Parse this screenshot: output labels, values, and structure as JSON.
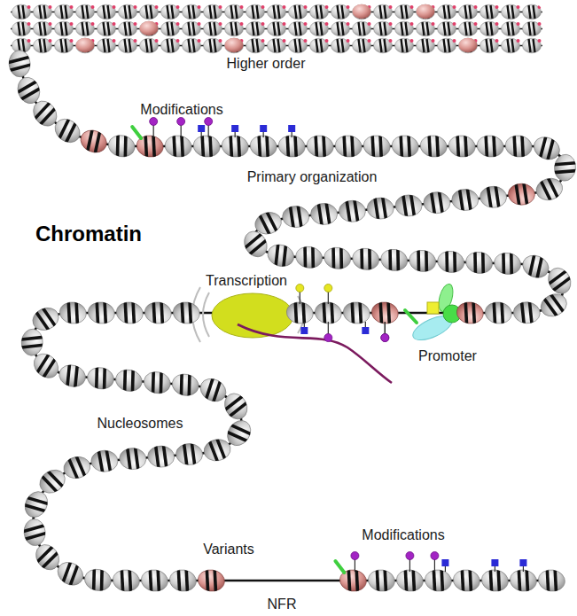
{
  "diagram": {
    "title": "Chromatin",
    "labels": [
      "Higher order",
      "Modifications",
      "Primary organization",
      "Transcription",
      "Promoter",
      "Nucleosomes",
      "Variants",
      "Modifications",
      "NFR"
    ]
  }
}
